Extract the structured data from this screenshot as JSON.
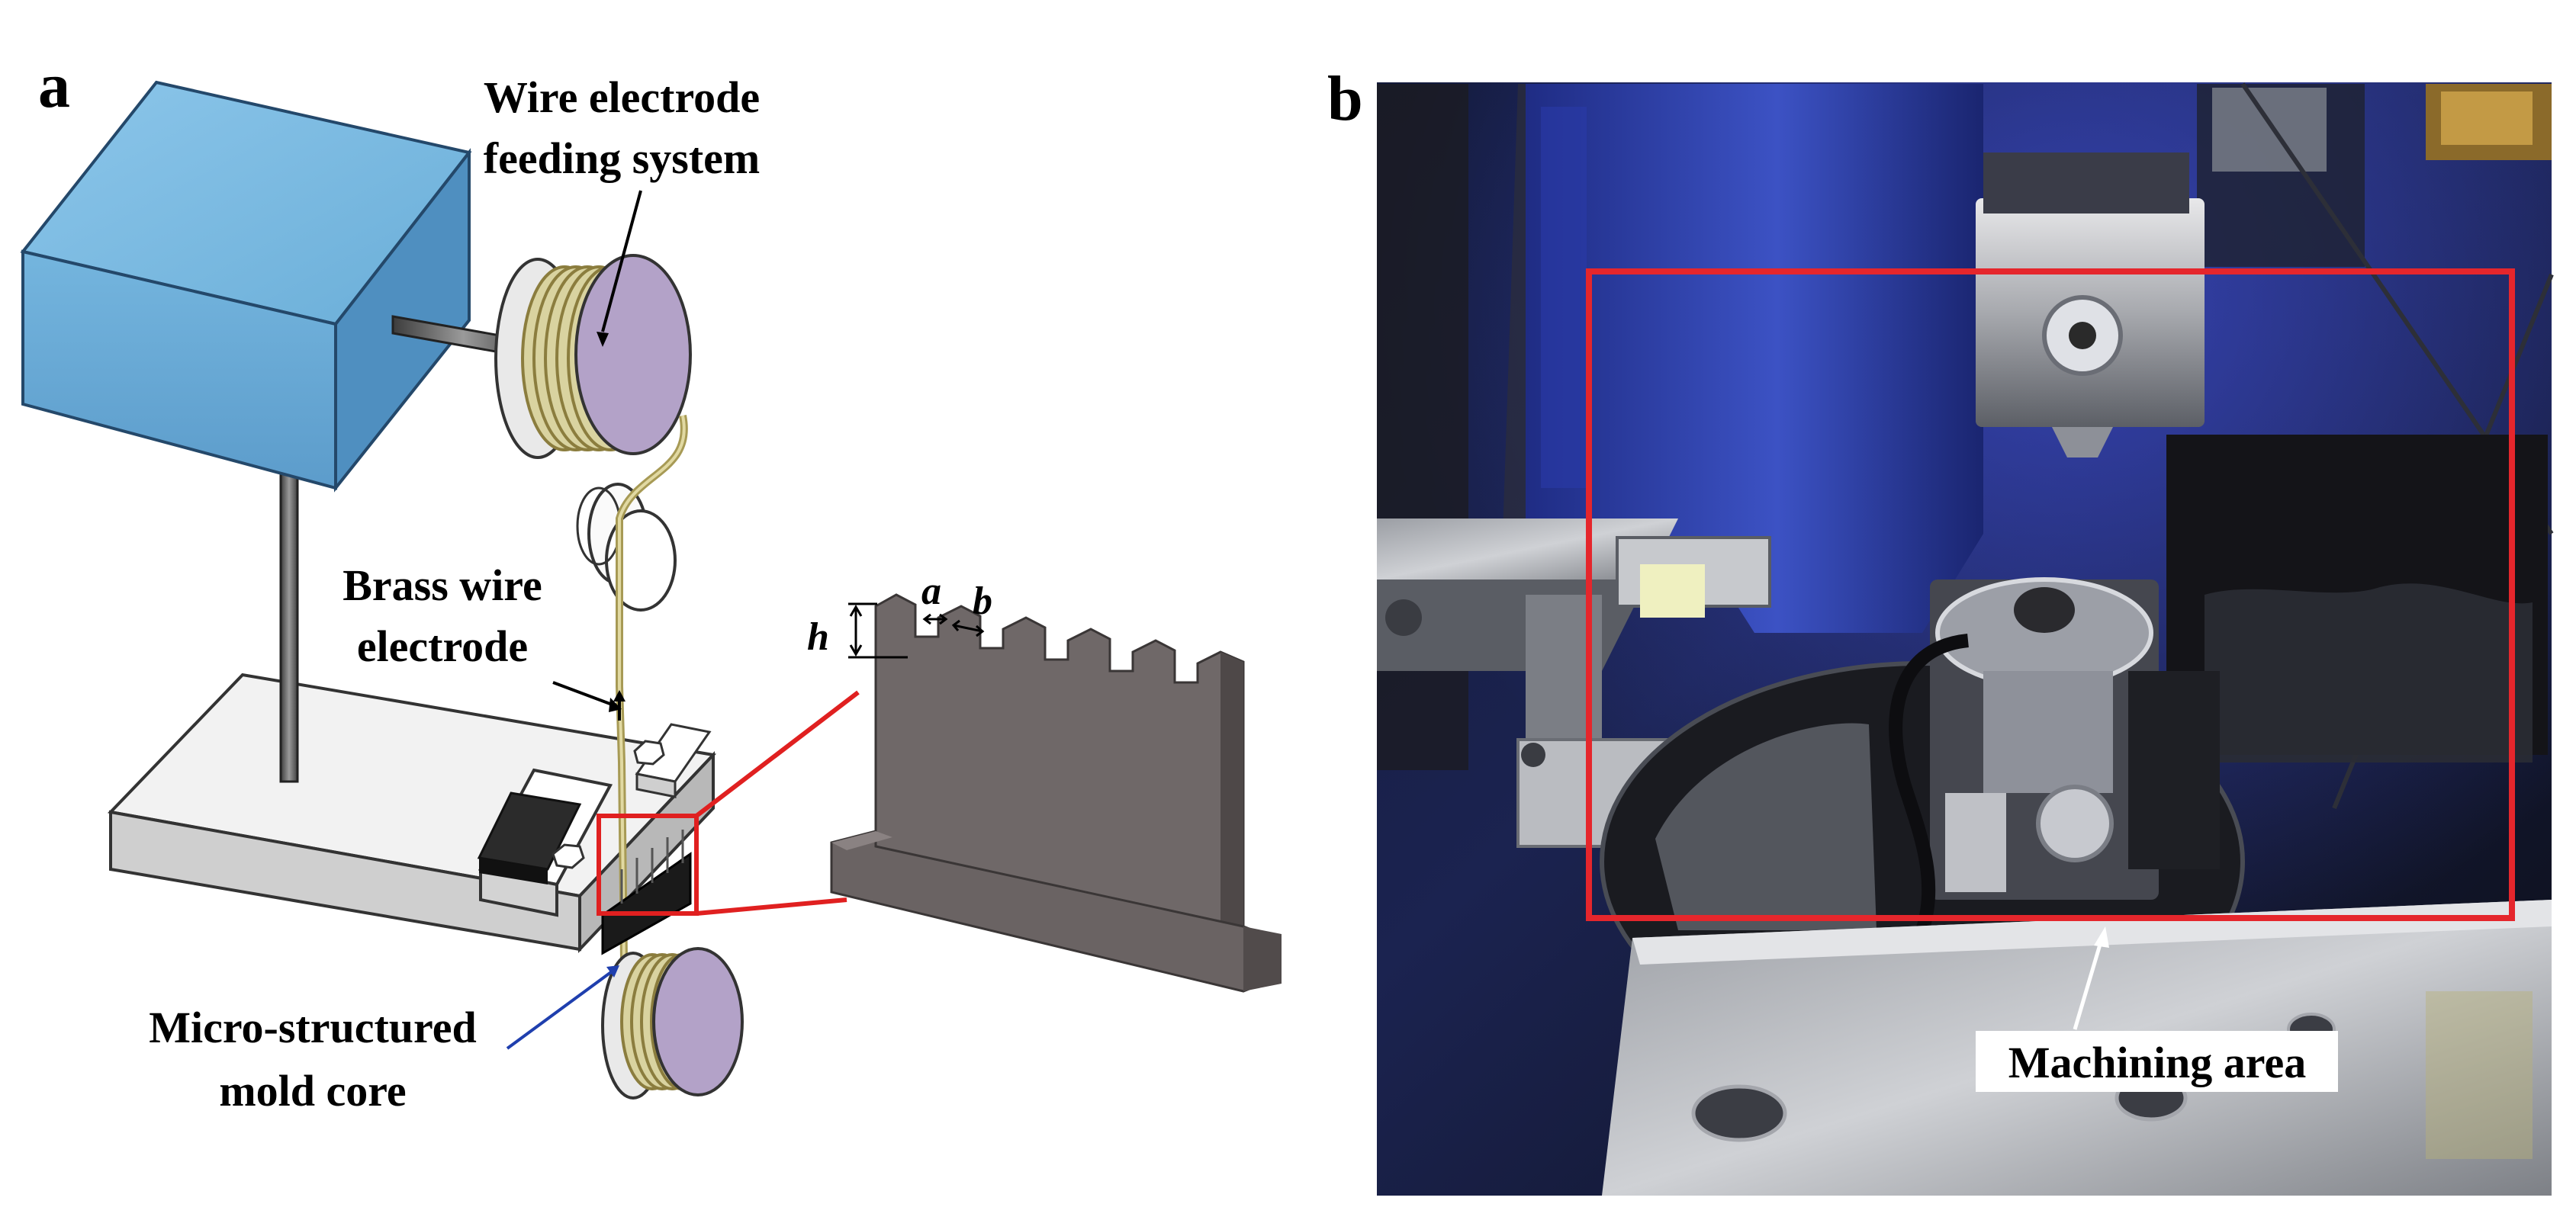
{
  "panels": [
    {
      "id": "a",
      "label": "a"
    },
    {
      "id": "b",
      "label": "b"
    }
  ],
  "annotations": {
    "feeding_line1": "Wire electrode",
    "feeding_line2": "feeding system",
    "brass_line1": "Brass wire",
    "brass_line2": "electrode",
    "mold_line1": "Micro-structured",
    "mold_line2": "mold core",
    "dim_h": "h",
    "dim_a": "a",
    "dim_b": "b",
    "machining_area": "Machining area"
  },
  "colors": {
    "motor_box": "#6aaed8",
    "reel_face": "#b3a2c8",
    "wire_coil": "#d9d3a0",
    "highlight": "#e02020",
    "mold_core": "#6f6868",
    "base": "#dedede",
    "photo_blue": "#2d3e9a"
  }
}
